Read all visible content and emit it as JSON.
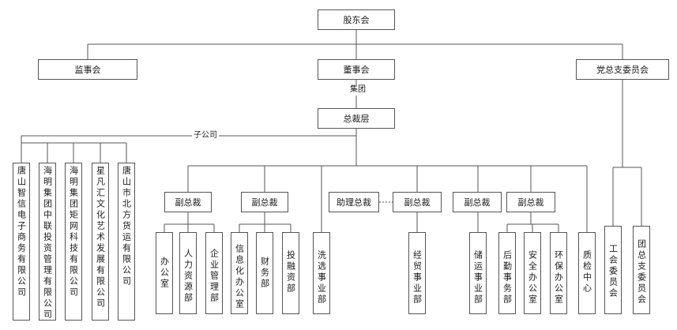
{
  "nodes": {
    "shareholders": "股东会",
    "supervisory_board": "监事会",
    "board_of_directors": "董事会",
    "party_committee": "党总支委员会",
    "president": "总裁层",
    "vp_1": "副总裁",
    "vp_2": "副总裁",
    "assistant_president": "助理总裁",
    "vp_3": "副总裁",
    "vp_4": "副总裁",
    "vp_5": "副总裁"
  },
  "edge_labels": {
    "group": "集团",
    "subsidiaries": "子公司"
  },
  "subsidiaries": [
    "唐山智信电子商务有限公司",
    "海明集团中联投资管理有限公司",
    "海明集团矩网科技有限公司",
    "星凡汇文化艺术发展有限公司",
    "唐山市北方货运有限公司"
  ],
  "departments": {
    "office": "办公室",
    "hr": "人力资源部",
    "enterprise_mgmt": "企业管理部",
    "it_office": "信息化办公室",
    "finance": "财务部",
    "investment": "投融资部",
    "coal_washing": "洗选事业部",
    "trade": "经贸事业部",
    "logistics": "储运事业部",
    "logistics_services": "后勤事务部",
    "safety_office": "安全办公室",
    "environment_office": "环保办公室",
    "quality_center": "质检中心",
    "labor_union": "工会委员会",
    "youth_league": "团总支委员会"
  }
}
